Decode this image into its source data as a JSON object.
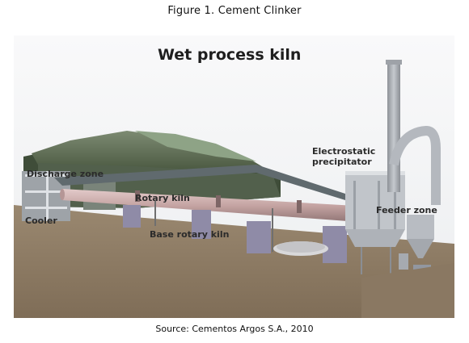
{
  "figure": {
    "title": "Figure 1. Cement Clinker",
    "source": "Source: Cementos Argos S.A., 2010"
  },
  "diagram": {
    "title": "Wet process kiln",
    "labels": {
      "discharge_zone": "Discharge zone",
      "cooler": "Cooler",
      "rotary_kiln": "Rotary kiln",
      "base_rotary_kiln": "Base rotary kiln",
      "electrostatic_precipitator": "Electrostatic\nprecipitator",
      "feeder_zone": "Feeder zone"
    },
    "colors": {
      "ground": "#8c7a64",
      "kiln_body": "#c9a9a8",
      "roof": "#5f6f5a",
      "structure": "#b8bcc2",
      "stack": "#a9adb3"
    }
  }
}
